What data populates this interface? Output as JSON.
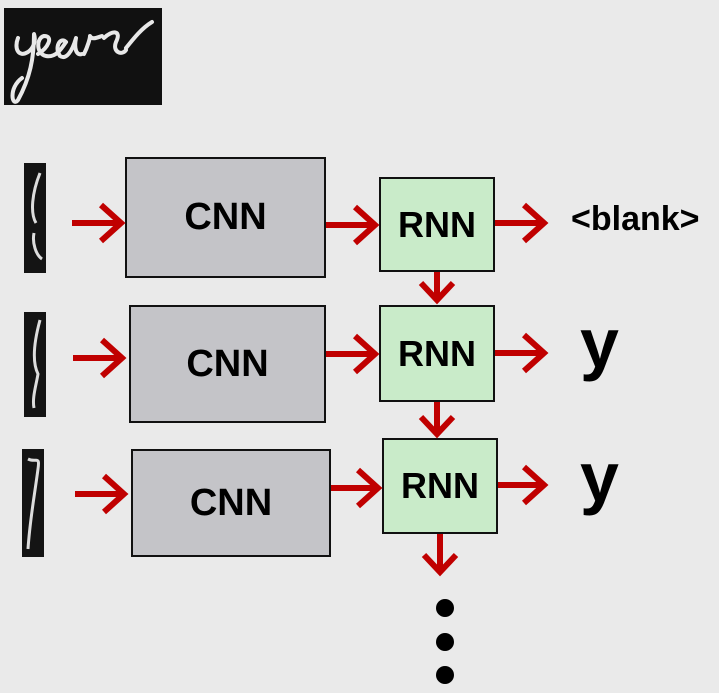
{
  "input_word_image": {
    "alt": "years"
  },
  "rows": [
    {
      "cnn_label": "CNN",
      "rnn_label": "RNN",
      "output": "<blank>"
    },
    {
      "cnn_label": "CNN",
      "rnn_label": "RNN",
      "output": "y"
    },
    {
      "cnn_label": "CNN",
      "rnn_label": "RNN",
      "output": "y"
    }
  ],
  "colors": {
    "arrow": "#c00000",
    "cnn_fill": "#c4c4c8",
    "rnn_fill": "#c9ebc9",
    "background": "#eaeaea"
  },
  "icons": {
    "arrow": "right-arrow-icon",
    "down_arrow": "down-arrow-icon",
    "ellipsis": "vertical-ellipsis-icon"
  }
}
